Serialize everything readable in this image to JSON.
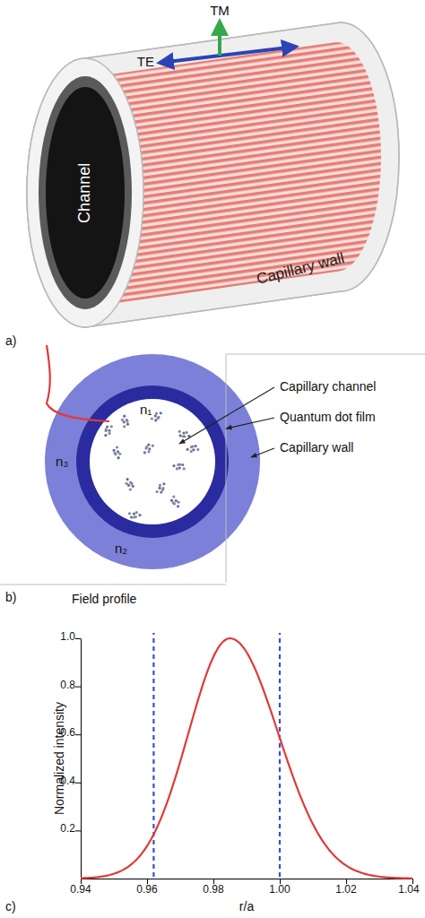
{
  "diagram": {
    "labels": [
      "TM",
      "TE",
      "Channel",
      "Capillary wall",
      "a)",
      "n₁",
      "n₃",
      "n₂",
      "Capillary channel",
      "Quantum dot film",
      "Capillary wall",
      "b)",
      "Field profile",
      "1.0",
      "0.8",
      "0.6",
      "0.4",
      "0.2",
      "Normalized intensity",
      "0.94",
      "0.96",
      "0.98",
      "1.00",
      "1.02",
      "1.04",
      "r/a",
      "c)"
    ]
  }
}
